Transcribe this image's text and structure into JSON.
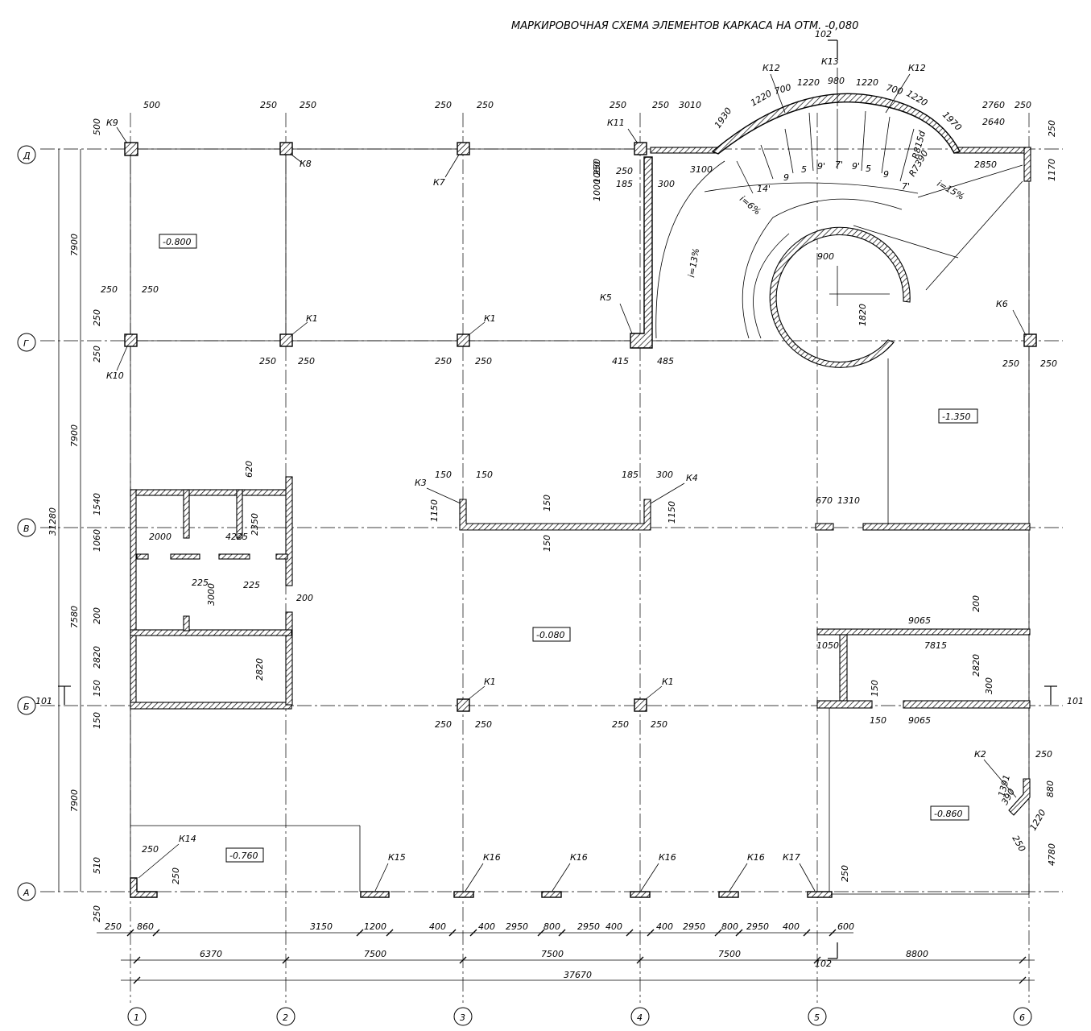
{
  "title": "МАРКИРОВОЧНАЯ СХЕМА ЭЛЕМЕНТОВ КАРКАСА НА ОТМ. -0,080",
  "axes": {
    "numbers": [
      "1",
      "2",
      "3",
      "4",
      "5",
      "6"
    ],
    "letters": [
      "Д",
      "Г",
      "В",
      "Б",
      "А"
    ]
  },
  "levels": [
    "-0.800",
    "-1.350",
    "-0.080",
    "-0.860",
    "-0.760"
  ],
  "sections": [
    "101",
    "101",
    "102",
    "102"
  ],
  "marks": {
    "k1": "К1",
    "k2": "К2",
    "k3": "К3",
    "k4": "К4",
    "k5": "К5",
    "k6": "К6",
    "k7": "К7",
    "k8": "К8",
    "k9": "К9",
    "k10": "К10",
    "k11": "К11",
    "k12": "К12",
    "k13": "К13",
    "k14": "К14",
    "k15": "К15",
    "k16": "К16",
    "k17": "К17"
  },
  "dims": {
    "bottom_spans": [
      "6370",
      "7500",
      "7500",
      "7500",
      "8800"
    ],
    "bottom_total": "37670",
    "left_spans": [
      "7900",
      "7900",
      "7580",
      "7900"
    ],
    "left_total": "31280",
    "d_500": "500",
    "d_250": "250",
    "d_150": "150",
    "d_200": "200",
    "d_225": "225",
    "d_300": "300",
    "d_400": "400",
    "d_600": "600",
    "d_800": "800",
    "d_860": "860",
    "d_1200": "1200",
    "d_3150": "3150",
    "d_2950": "2950",
    "d_185": "185",
    "d_415": "415",
    "d_485": "485",
    "d_1000": "1000",
    "d_1060": "1060",
    "d_3010": "3010",
    "d_3100": "3100",
    "d_1930": "1930",
    "d_1220": "1220",
    "d_700": "700",
    "d_980": "980",
    "d_1970": "1970",
    "d_2760": "2760",
    "d_2640": "2640",
    "d_2850": "2850",
    "d_1170": "1170",
    "d_900": "900",
    "d_1820": "1820",
    "d_670": "670",
    "d_1310": "1310",
    "d_1150": "1150",
    "d_620": "620",
    "d_1540": "1540",
    "d_2000": "2000",
    "d_4225": "4225",
    "d_2350": "2350",
    "d_3000": "3000",
    "d_2820": "2820",
    "d_9065": "9065",
    "d_7815": "7815",
    "d_1050": "1050",
    "d_510": "510",
    "d_4780": "4780",
    "d_880": "880",
    "d_1391": "1391",
    "d_390": "390",
    "d_1220b": "1220",
    "d_250b": "250",
    "r_1315": "R815d",
    "r_7390": "R7390"
  },
  "stair": {
    "steps": [
      "14'",
      "9",
      "5",
      "9'",
      "7'",
      "9'",
      "5",
      "9",
      "7'"
    ],
    "slope1": "i=6%",
    "slope2": "i=15%",
    "slope3": "i=13%"
  }
}
